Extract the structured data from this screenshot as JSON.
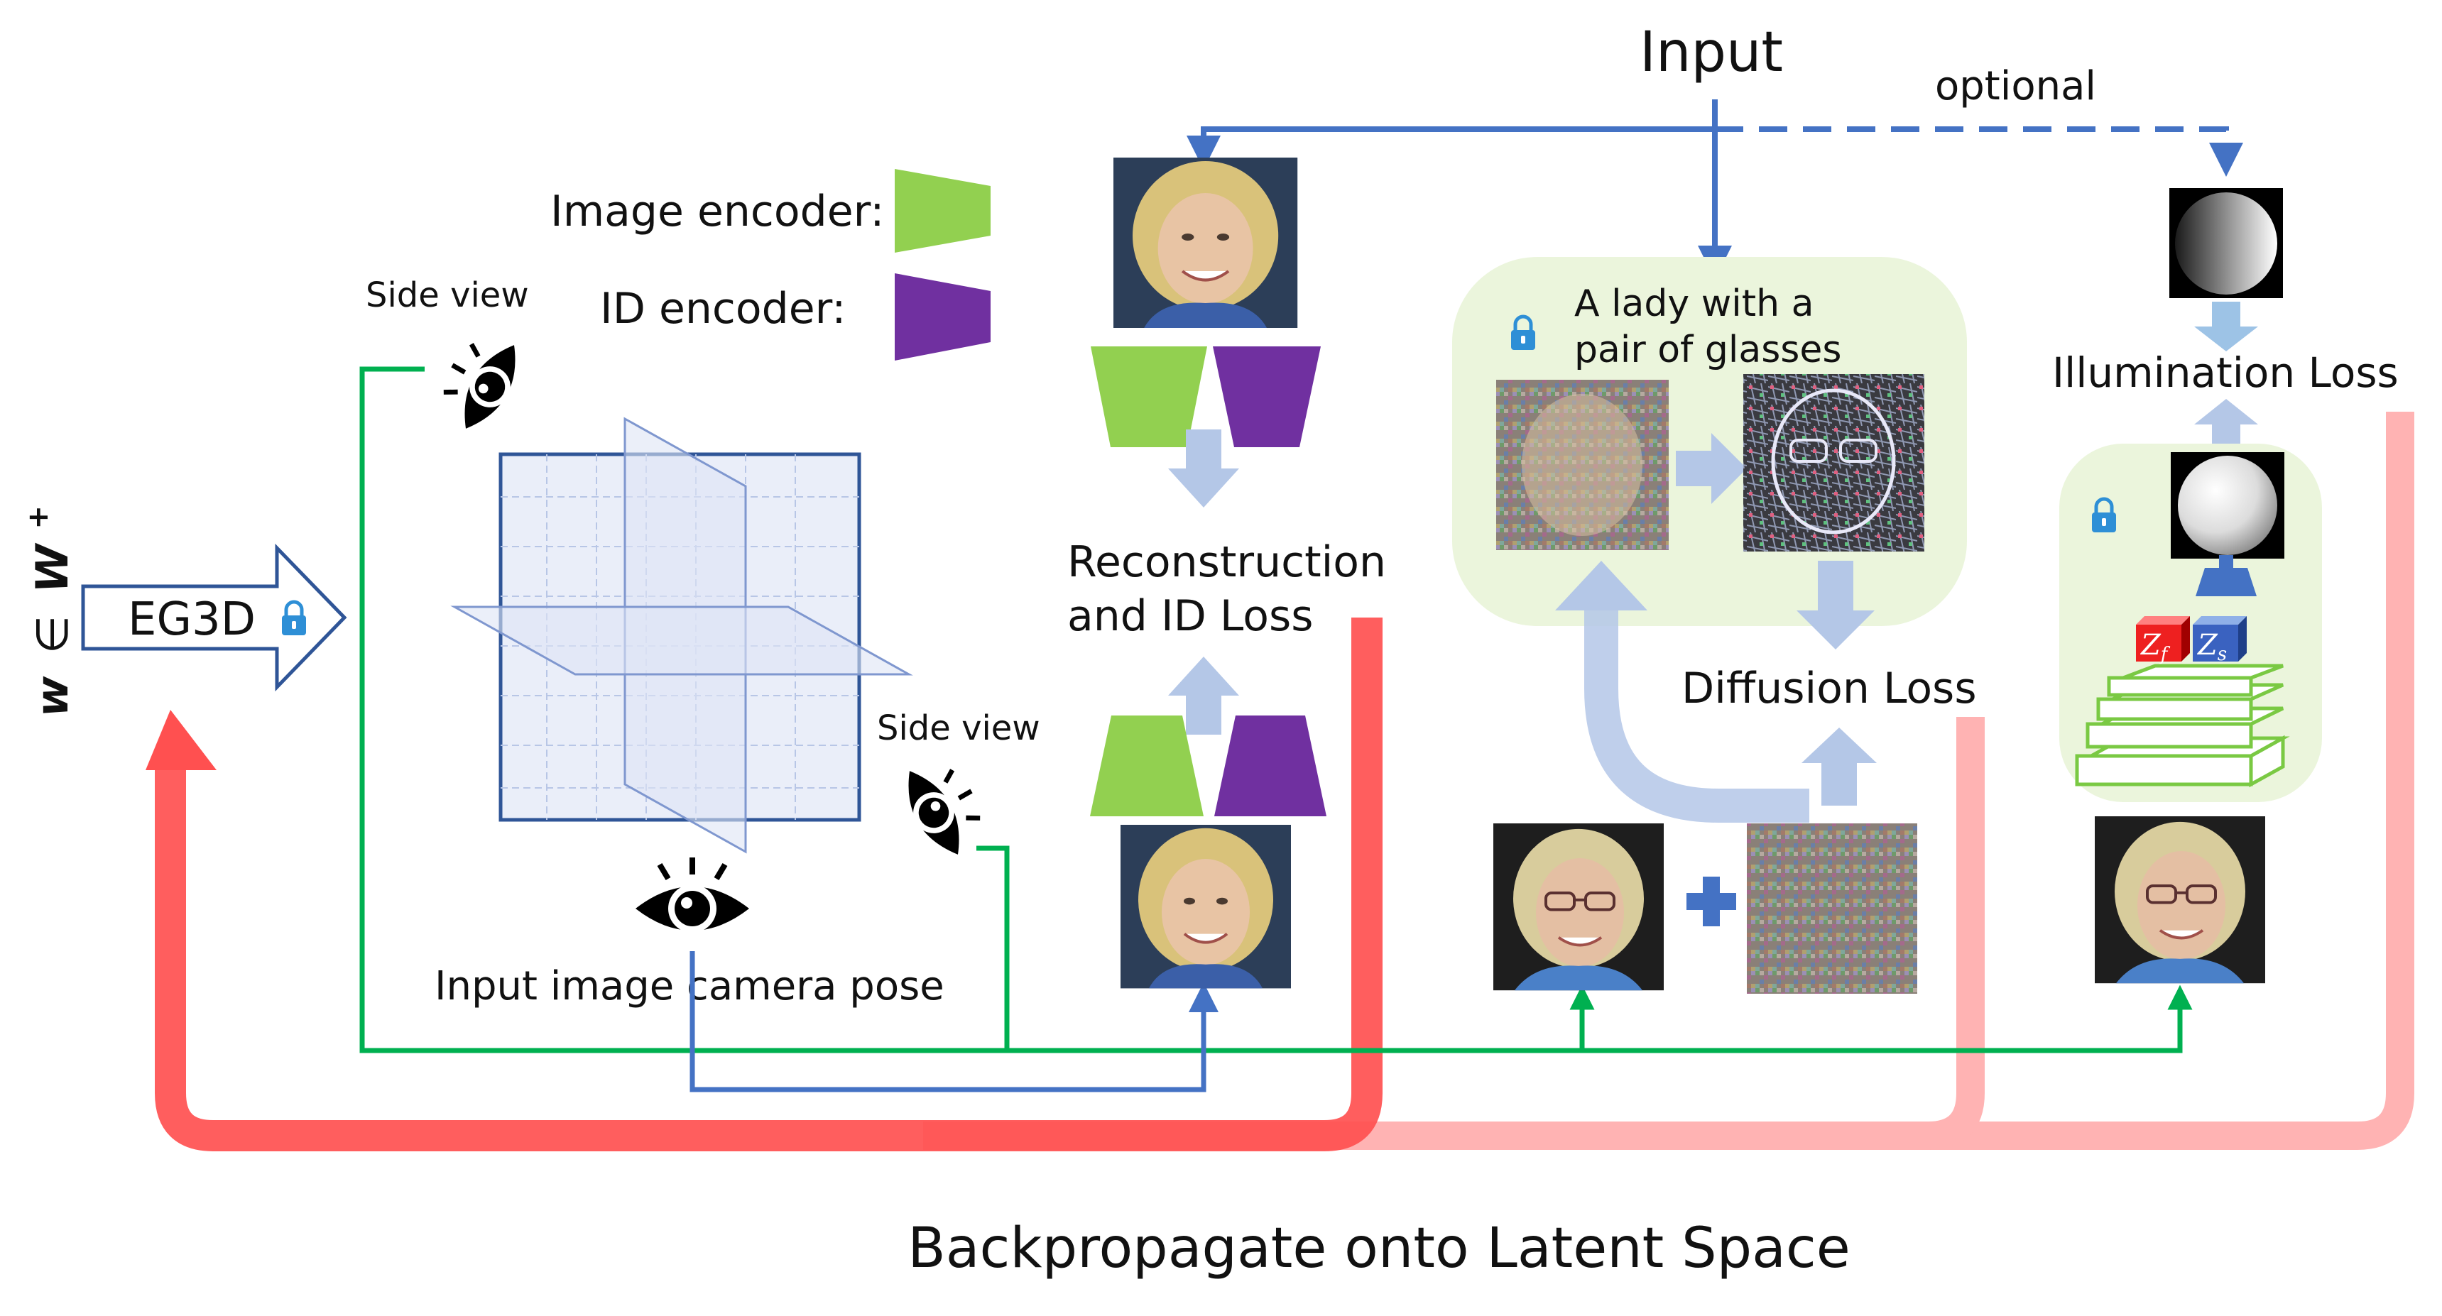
{
  "labels": {
    "input": "Input",
    "optional": "optional",
    "image_encoder": "Image encoder:",
    "id_encoder": "ID encoder:",
    "side_view_top": "Side view",
    "side_view_right": "Side view",
    "input_camera_pose": "Input image camera pose",
    "eg3d": "EG3D",
    "latent_w": "w",
    "latent_in": "∈",
    "latent_space": "W",
    "latent_sup": "+",
    "recon_line1": "Reconstruction",
    "recon_line2": "and ID Loss",
    "prompt_line1": "A lady with a",
    "prompt_line2": "pair of glasses",
    "diffusion_loss": "Diffusion Loss",
    "illumination_loss": "Illumination Loss",
    "zf": "Z",
    "zf_sub": "f",
    "zs": "Z",
    "zs_sub": "s",
    "backprop": "Backpropagate onto Latent Space"
  },
  "colors": {
    "blue_arrow": "#4472c4",
    "green_line": "#00b050",
    "red_arrow": "#ff5050",
    "pink_arrow": "#ffb3b3",
    "light_blue": "#b4c7e7",
    "panel_green": "#ebf5dc",
    "encoder_green": "#92d050",
    "encoder_purple": "#7030a0",
    "lock_blue": "#2e8fd6"
  }
}
